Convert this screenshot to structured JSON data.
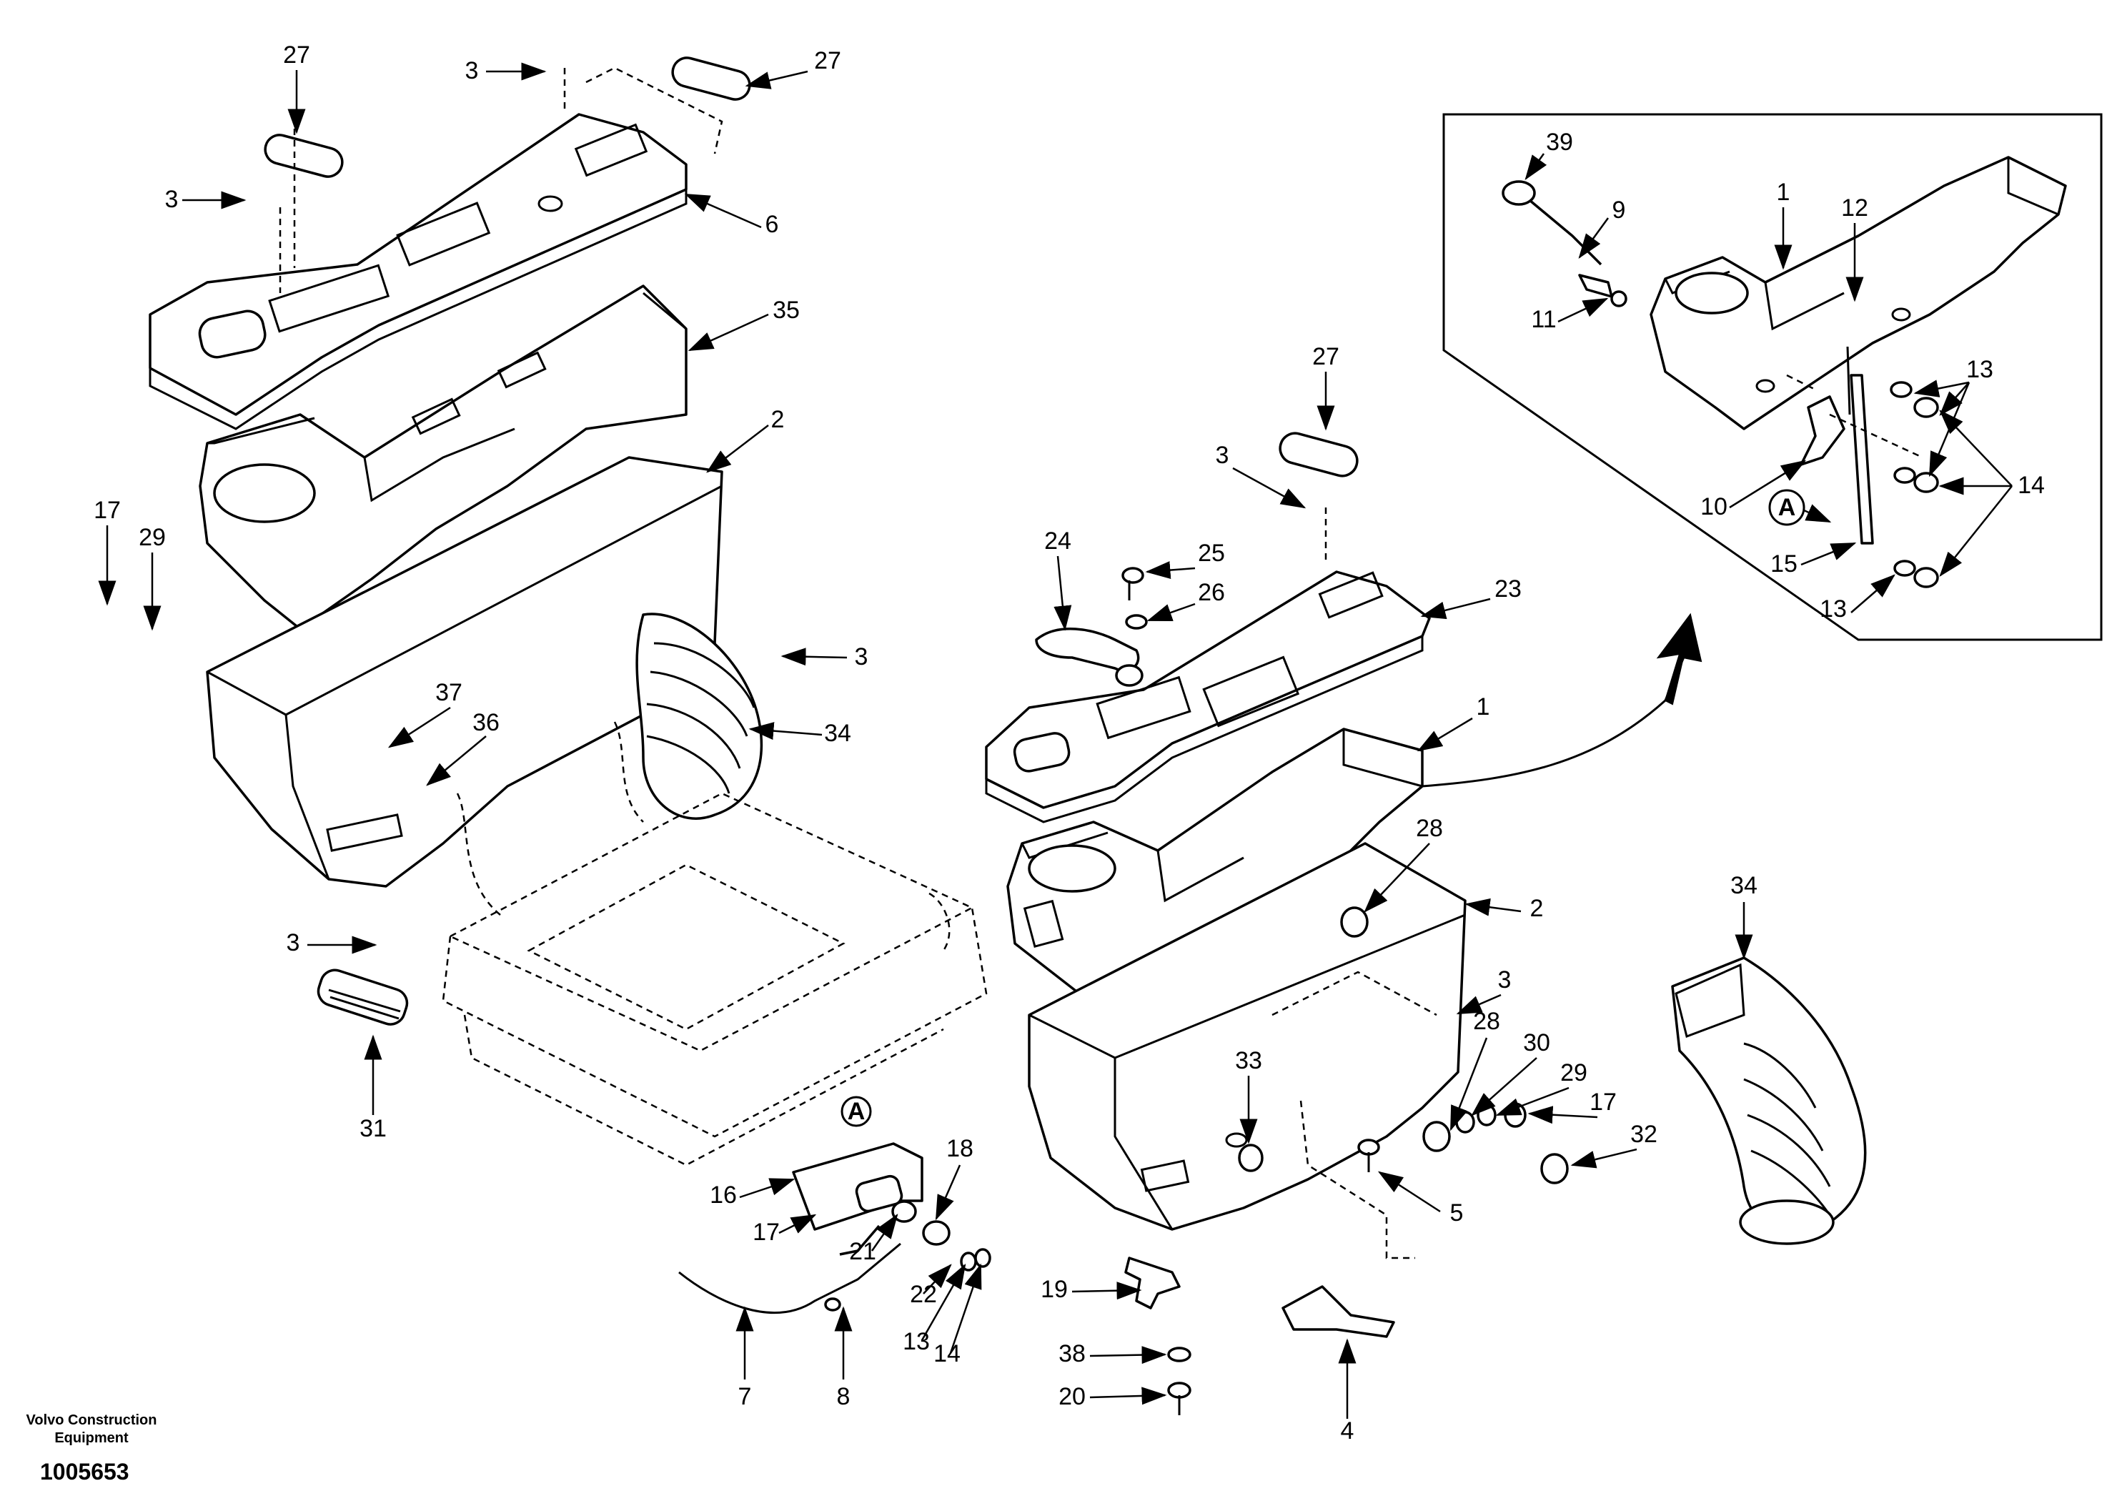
{
  "callouts": [
    {
      "label": "27"
    },
    {
      "label": "3"
    },
    {
      "label": "27"
    },
    {
      "label": "3"
    },
    {
      "label": "6"
    },
    {
      "label": "35"
    },
    {
      "label": "2"
    },
    {
      "label": "17"
    },
    {
      "label": "29"
    },
    {
      "label": "3"
    },
    {
      "label": "37"
    },
    {
      "label": "36"
    },
    {
      "label": "34"
    },
    {
      "label": "3"
    },
    {
      "label": "31"
    },
    {
      "label": "16"
    },
    {
      "label": "17"
    },
    {
      "label": "18"
    },
    {
      "label": "21"
    },
    {
      "label": "22"
    },
    {
      "label": "13"
    },
    {
      "label": "14"
    },
    {
      "label": "7"
    },
    {
      "label": "8"
    },
    {
      "label": "24"
    },
    {
      "label": "25"
    },
    {
      "label": "26"
    },
    {
      "label": "27"
    },
    {
      "label": "3"
    },
    {
      "label": "23"
    },
    {
      "label": "1"
    },
    {
      "label": "28"
    },
    {
      "label": "2"
    },
    {
      "label": "3"
    },
    {
      "label": "28"
    },
    {
      "label": "30"
    },
    {
      "label": "29"
    },
    {
      "label": "17"
    },
    {
      "label": "32"
    },
    {
      "label": "33"
    },
    {
      "label": "5"
    },
    {
      "label": "19"
    },
    {
      "label": "38"
    },
    {
      "label": "20"
    },
    {
      "label": "4"
    },
    {
      "label": "34"
    },
    {
      "label": "39"
    },
    {
      "label": "9"
    },
    {
      "label": "1"
    },
    {
      "label": "12"
    },
    {
      "label": "11"
    },
    {
      "label": "13"
    },
    {
      "label": "14"
    },
    {
      "label": "10"
    },
    {
      "label": "15"
    },
    {
      "label": "13"
    }
  ],
  "detail_markers": [
    {
      "label": "A"
    },
    {
      "label": "A"
    }
  ],
  "caption": {
    "line1": "Volvo Construction",
    "line2": "Equipment"
  },
  "drawing_number": "1005653"
}
